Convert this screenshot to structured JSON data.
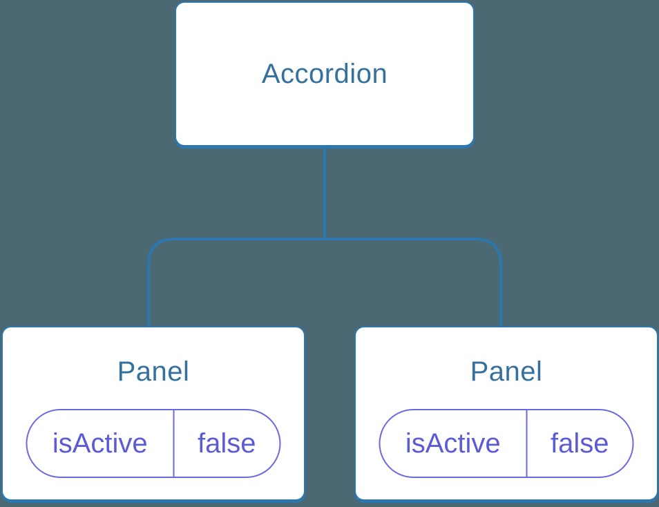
{
  "colors": {
    "background": "#4C6973",
    "box_fill": "#FFFFFF",
    "box_border": "#2B77AE",
    "connector": "#2B77AE",
    "title_text": "#35719E",
    "pill_border": "#6A6AE0",
    "pill_text": "#5B5BD6"
  },
  "tree": {
    "root": {
      "label": "Accordion"
    },
    "children": [
      {
        "label": "Panel",
        "state": {
          "key": "isActive",
          "value": "false"
        }
      },
      {
        "label": "Panel",
        "state": {
          "key": "isActive",
          "value": "false"
        }
      }
    ]
  }
}
